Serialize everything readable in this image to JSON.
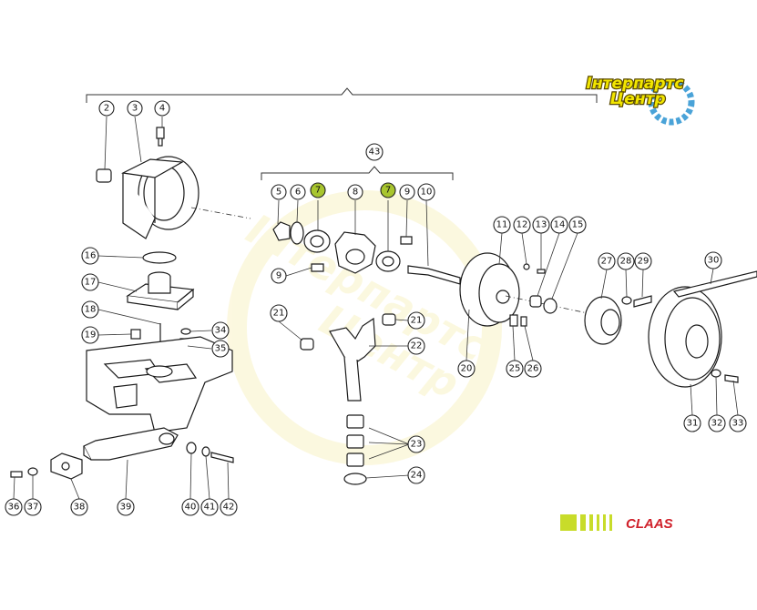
{
  "watermark": {
    "line1": "Інтерпартс",
    "line2": "Центр",
    "text_color": "#f2e600",
    "outline_color": "#5a4a00",
    "gear_color": "#4aa3d8"
  },
  "brand": {
    "name": "CLAAS",
    "stripe_color": "#c8dc2a",
    "text_color": "#d0202a"
  },
  "highlight_color": "#a8c52e",
  "callouts": [
    {
      "id": "c2",
      "label": "2",
      "hl": false
    },
    {
      "id": "c3",
      "label": "3",
      "hl": false
    },
    {
      "id": "c4",
      "label": "4",
      "hl": false
    },
    {
      "id": "c43",
      "label": "43",
      "hl": false
    },
    {
      "id": "c5",
      "label": "5",
      "hl": false
    },
    {
      "id": "c6",
      "label": "6",
      "hl": false
    },
    {
      "id": "c7a",
      "label": "7",
      "hl": true
    },
    {
      "id": "c8",
      "label": "8",
      "hl": false
    },
    {
      "id": "c7b",
      "label": "7",
      "hl": true
    },
    {
      "id": "c9a",
      "label": "9",
      "hl": false
    },
    {
      "id": "c10",
      "label": "10",
      "hl": false
    },
    {
      "id": "c9b",
      "label": "9",
      "hl": false
    },
    {
      "id": "c11",
      "label": "11",
      "hl": false
    },
    {
      "id": "c12",
      "label": "12",
      "hl": false
    },
    {
      "id": "c13",
      "label": "13",
      "hl": false
    },
    {
      "id": "c14",
      "label": "14",
      "hl": false
    },
    {
      "id": "c15",
      "label": "15",
      "hl": false
    },
    {
      "id": "c16",
      "label": "16",
      "hl": false
    },
    {
      "id": "c17",
      "label": "17",
      "hl": false
    },
    {
      "id": "c18",
      "label": "18",
      "hl": false
    },
    {
      "id": "c19",
      "label": "19",
      "hl": false
    },
    {
      "id": "c34",
      "label": "34",
      "hl": false
    },
    {
      "id": "c35",
      "label": "35",
      "hl": false
    },
    {
      "id": "c21a",
      "label": "21",
      "hl": false
    },
    {
      "id": "c21b",
      "label": "21",
      "hl": false
    },
    {
      "id": "c22",
      "label": "22",
      "hl": false
    },
    {
      "id": "c20",
      "label": "20",
      "hl": false
    },
    {
      "id": "c25",
      "label": "25",
      "hl": false
    },
    {
      "id": "c26",
      "label": "26",
      "hl": false
    },
    {
      "id": "c27",
      "label": "27",
      "hl": false
    },
    {
      "id": "c28",
      "label": "28",
      "hl": false
    },
    {
      "id": "c29",
      "label": "29",
      "hl": false
    },
    {
      "id": "c30",
      "label": "30",
      "hl": false
    },
    {
      "id": "c23",
      "label": "23",
      "hl": false
    },
    {
      "id": "c24",
      "label": "24",
      "hl": false
    },
    {
      "id": "c31",
      "label": "31",
      "hl": false
    },
    {
      "id": "c32",
      "label": "32",
      "hl": false
    },
    {
      "id": "c33",
      "label": "33",
      "hl": false
    },
    {
      "id": "c36",
      "label": "36",
      "hl": false
    },
    {
      "id": "c37",
      "label": "37",
      "hl": false
    },
    {
      "id": "c38",
      "label": "38",
      "hl": false
    },
    {
      "id": "c39",
      "label": "39",
      "hl": false
    },
    {
      "id": "c40",
      "label": "40",
      "hl": false
    },
    {
      "id": "c41",
      "label": "41",
      "hl": false
    },
    {
      "id": "c42",
      "label": "42",
      "hl": false
    }
  ]
}
